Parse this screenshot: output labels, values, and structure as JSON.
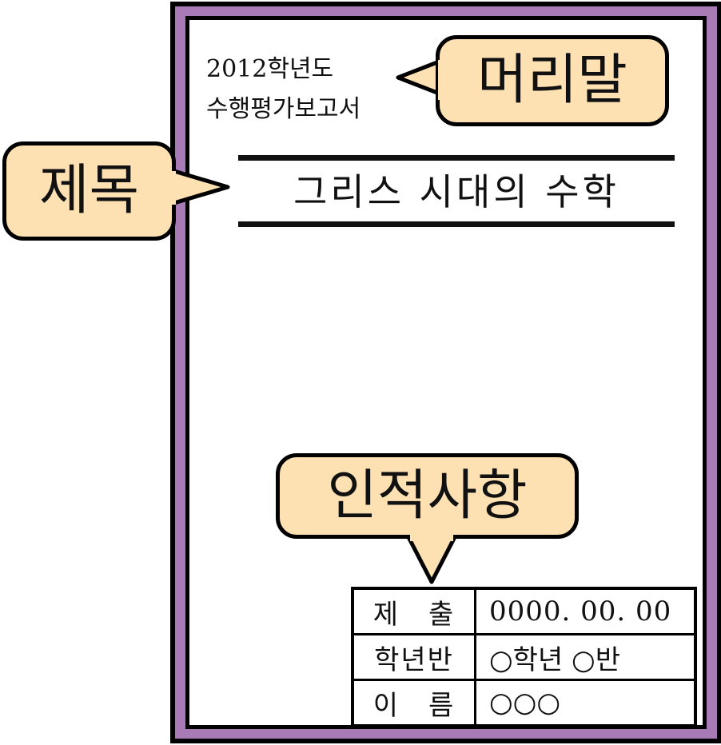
{
  "colors": {
    "frame_purple": "#a87bb7",
    "bubble_fill": "#fde1b3",
    "outline": "#000000"
  },
  "header": {
    "line1": "2012학년도",
    "line2": "수행평가보고서"
  },
  "title": "그리스 시대의 수학",
  "callouts": {
    "header": "머리말",
    "title": "제목",
    "info": "인적사항"
  },
  "info_table": {
    "rows": [
      {
        "label": "제　출",
        "value": "0000. 00. 00"
      },
      {
        "label": "학년반",
        "value": "○학년 ○반"
      },
      {
        "label": "이　름",
        "value": "○○○"
      }
    ]
  }
}
